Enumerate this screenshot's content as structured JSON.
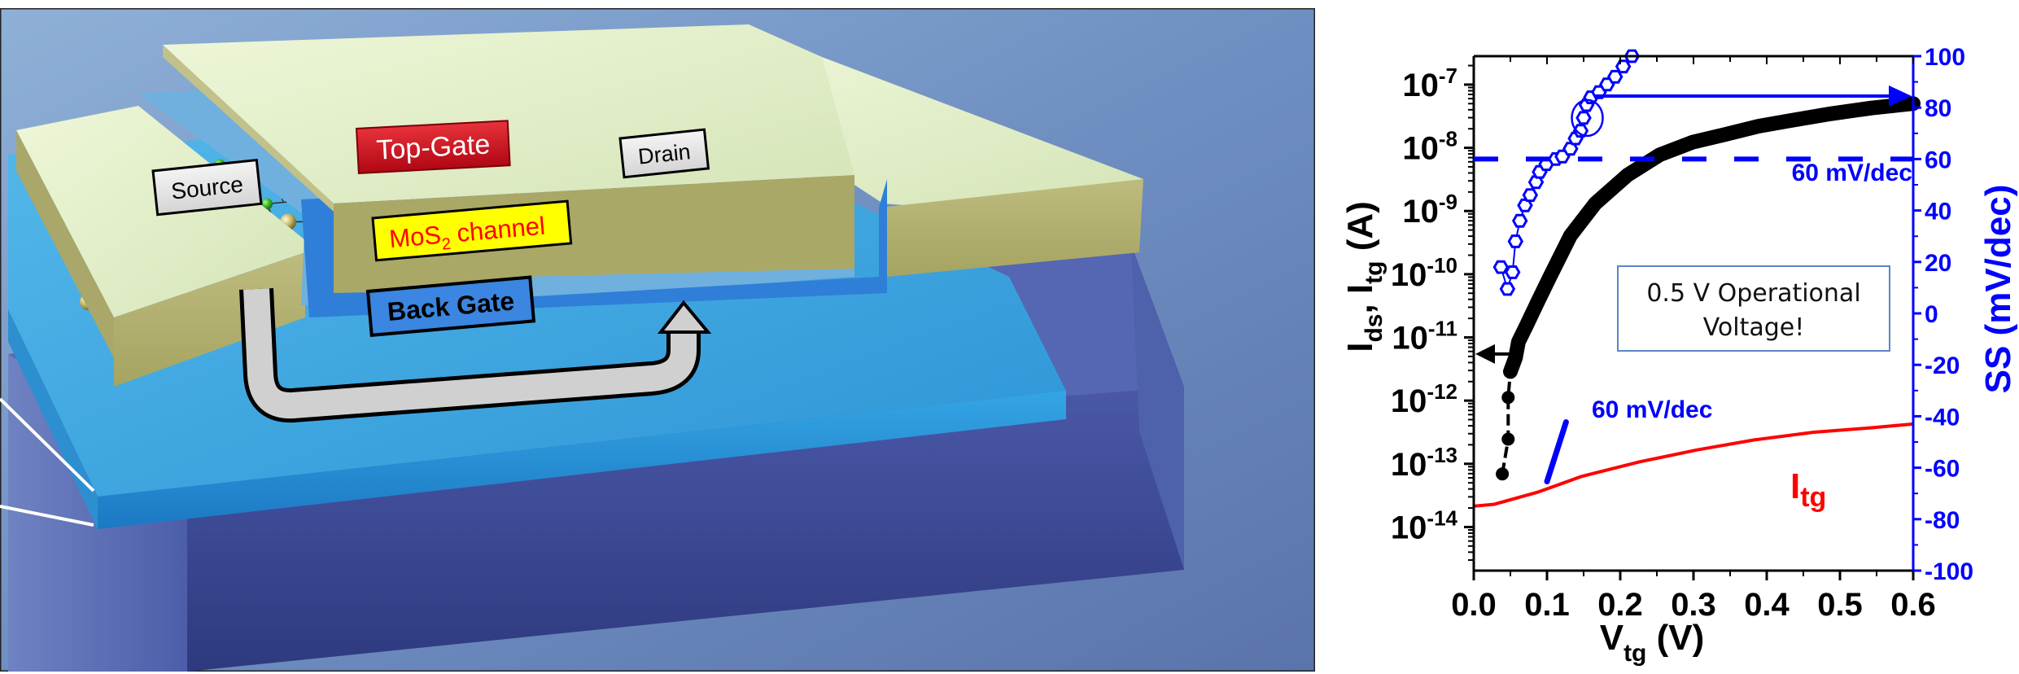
{
  "illustration": {
    "labels": {
      "top_gate": "Top-Gate",
      "source": "Source",
      "drain": "Drain",
      "channel_main": "MoS",
      "channel_sub": "2",
      "channel_rest": " channel",
      "back_gate": "Back Gate"
    },
    "colors": {
      "background": "#7f9fc8",
      "electrode": "#b9b77a",
      "electrode_top": "#e6f0cc",
      "dielectric": "#2f7fd8",
      "substrate_top": "#35a4df",
      "back_gate_block": "#3b4a9a",
      "top_gate_label": "#d0101c",
      "channel_label_bg": "#ffff00",
      "channel_label_text": "#ff0000",
      "back_gate_label_bg": "#3a86e0",
      "atom_s": "#3cb82c",
      "atom_mo": "#c9b866"
    }
  },
  "chart_data": {
    "type": "line",
    "title": "",
    "xlabel": "V",
    "xlabel_sub": "tg",
    "xlabel_unit": " (V)",
    "ylabel_left_parts": [
      "I",
      "ds",
      ", I",
      "tg",
      " (A)"
    ],
    "ylabel_right": "SS (mV/dec)",
    "xlim": [
      0.0,
      0.6
    ],
    "ylim_left_log10": [
      -14.69,
      -6.55
    ],
    "ylim_right": [
      -100,
      100
    ],
    "x_ticks": [
      "0.0",
      "0.1",
      "0.2",
      "0.3",
      "0.4",
      "0.5",
      "0.6"
    ],
    "x_tick_values": [
      0.0,
      0.1,
      0.2,
      0.3,
      0.4,
      0.5,
      0.6
    ],
    "y_left_ticks": [
      {
        "exp": -7,
        "base": "10",
        "sup": "-7"
      },
      {
        "exp": -8,
        "base": "10",
        "sup": "-8"
      },
      {
        "exp": -9,
        "base": "10",
        "sup": "-9"
      },
      {
        "exp": -10,
        "base": "10",
        "sup": "-10"
      },
      {
        "exp": -11,
        "base": "10",
        "sup": "-11"
      },
      {
        "exp": -12,
        "base": "10",
        "sup": "-12"
      },
      {
        "exp": -13,
        "base": "10",
        "sup": "-13"
      },
      {
        "exp": -14,
        "base": "10",
        "sup": "-14"
      }
    ],
    "y_right_ticks": [
      100,
      80,
      60,
      40,
      20,
      0,
      -20,
      -40,
      -60,
      -80,
      -100
    ],
    "series": [
      {
        "name": "Ids",
        "color": "#000000",
        "marker": "filled-circle",
        "axis": "left",
        "x": [
          0.039,
          0.047,
          0.047,
          0.05,
          0.057,
          0.061,
          0.072,
          0.088,
          0.104,
          0.132,
          0.166,
          0.21,
          0.254,
          0.299,
          0.343,
          0.388,
          0.432,
          0.488,
          0.543,
          0.6
        ],
        "log10_y": [
          -13.16,
          -12.61,
          -11.95,
          -11.54,
          -11.32,
          -11.07,
          -10.81,
          -10.42,
          -10.04,
          -9.39,
          -8.88,
          -8.43,
          -8.11,
          -7.91,
          -7.79,
          -7.66,
          -7.57,
          -7.46,
          -7.37,
          -7.3
        ]
      },
      {
        "name": "Itg",
        "color": "#ff0000",
        "marker": "none",
        "axis": "left",
        "x": [
          0.0,
          0.028,
          0.087,
          0.147,
          0.226,
          0.305,
          0.384,
          0.464,
          0.543,
          0.6
        ],
        "log10_y": [
          -13.67,
          -13.64,
          -13.45,
          -13.2,
          -12.97,
          -12.78,
          -12.62,
          -12.5,
          -12.43,
          -12.37
        ]
      },
      {
        "name": "SS",
        "color": "#0000ff",
        "marker": "open-hexagon",
        "axis": "right",
        "x": [
          0.037,
          0.046,
          0.053,
          0.057,
          0.063,
          0.07,
          0.077,
          0.085,
          0.09,
          0.099,
          0.112,
          0.121,
          0.132,
          0.139,
          0.146,
          0.15,
          0.154,
          0.16,
          0.171,
          0.182,
          0.193,
          0.204,
          0.216
        ],
        "y": [
          18,
          9.5,
          16,
          28,
          36,
          42,
          46,
          51,
          55,
          58,
          60,
          61,
          64,
          68,
          71,
          76,
          81,
          84,
          86,
          89,
          92,
          96,
          100
        ]
      }
    ],
    "reference_line": {
      "axis": "right",
      "value": 60,
      "style": "dashed",
      "color": "#0000ff",
      "label": "60 mV/dec"
    },
    "slope_marker": {
      "label": "60 mV/dec",
      "color": "#0000ff",
      "x": [
        0.1,
        0.126
      ],
      "log10_y": [
        -13.28,
        -12.34
      ]
    },
    "annotations": {
      "itg_label": "I",
      "itg_label_sub": "tg",
      "inset_line1": "0.5 V Operational",
      "inset_line2": "Voltage!",
      "ss_arrow_direction": "right",
      "ids_arrow_direction": "left"
    },
    "grid": false,
    "legend": "none"
  }
}
